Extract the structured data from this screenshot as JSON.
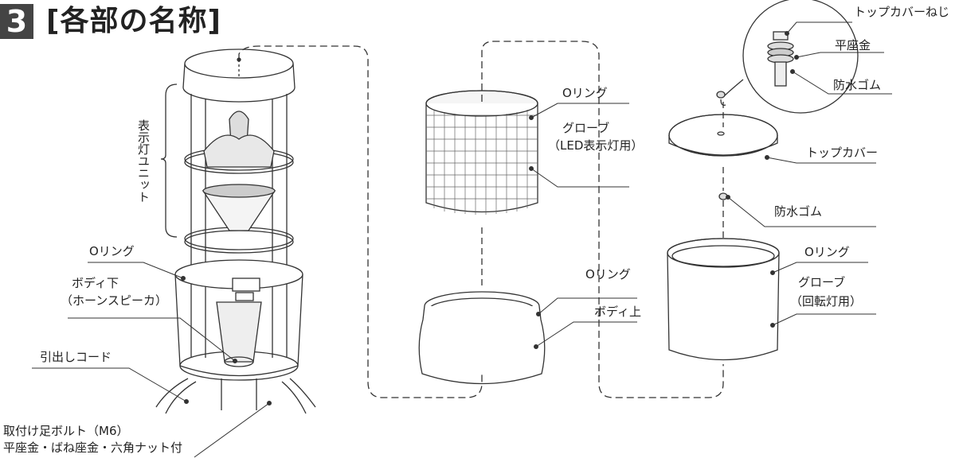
{
  "title": {
    "number": "3",
    "text": "[各部の名称]"
  },
  "labels": {
    "display_unit": "表示灯ユニット",
    "oring_left": "Oリング",
    "body_lower_1": "ボディ下",
    "body_lower_2": "（ホーンスピーカ）",
    "lead_cord": "引出しコード",
    "foot_bolt_1": "取付け足ボルト（M6）",
    "foot_bolt_2": "平座金・ばね座金・六角ナット付",
    "oring_mid_top": "Oリング",
    "globe_led_1": "グローブ",
    "globe_led_2": "（LED表示灯用）",
    "oring_mid_bottom": "Oリング",
    "body_upper": "ボディ上",
    "top_cover_screw": "トップカバーねじ",
    "flat_washer": "平座金",
    "waterproof_rubber_1": "防水ゴム",
    "top_cover": "トップカバー",
    "waterproof_rubber_2": "防水ゴム",
    "oring_right": "Oリング",
    "globe_rot_1": "グローブ",
    "globe_rot_2": "（回転灯用）"
  }
}
